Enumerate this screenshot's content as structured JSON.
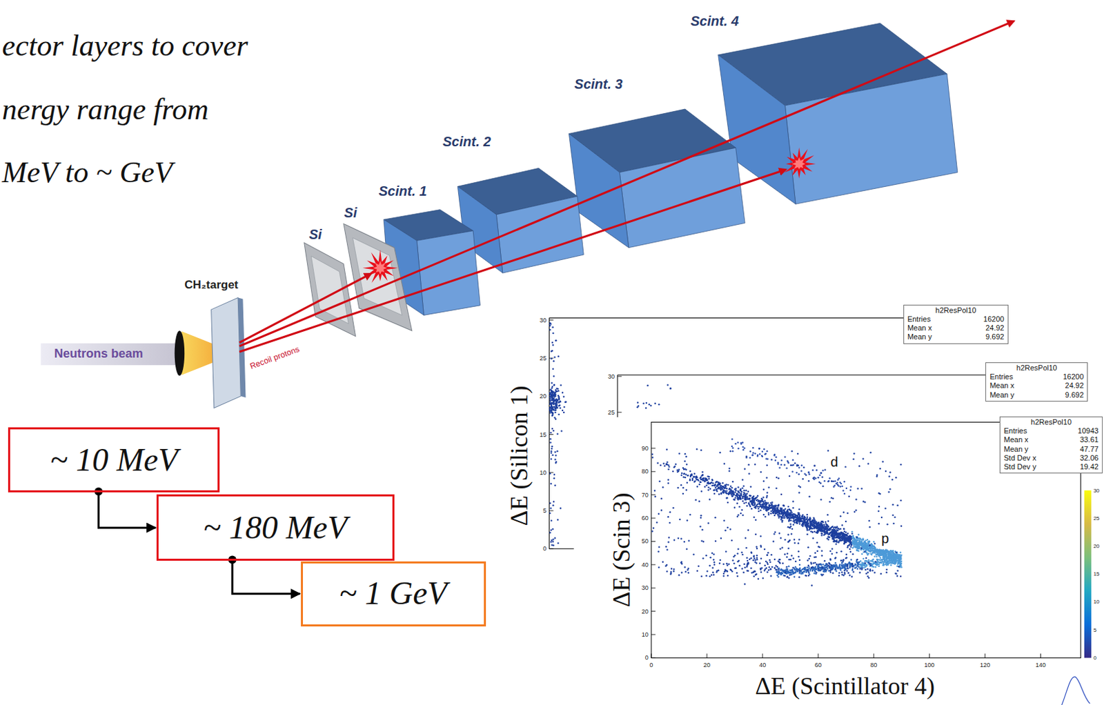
{
  "diagram": {
    "nodes": [
      {
        "text": [
          "~ 10 MeV"
        ]
      },
      {
        "text": [
          "~ 180 MeV"
        ]
      },
      {
        "text": [
          "~ 1 GeV"
        ]
      },
      {
        "text": [
          "h2ResPol10",
          "Entries",
          "16200",
          "Mean x",
          "24.92",
          "Mean y",
          "9.692"
        ]
      },
      {
        "text": [
          "h2ResPol10",
          "Entries",
          "16200",
          "Mean x",
          "24.92",
          "Mean y",
          "9.692"
        ]
      },
      {
        "text": [
          "h2ResPol10",
          "Entries",
          "10943",
          "Mean x",
          "33.61",
          "Mean y",
          "47.77",
          "Std Dev x",
          "32.06",
          "Std Dev y",
          "19.42"
        ]
      }
    ],
    "edges": [
      {
        "from": 0,
        "to": 1,
        "arrow": "to"
      },
      {
        "from": 1,
        "to": 2,
        "arrow": "to"
      }
    ],
    "labels": [
      "ector layers to cover",
      "nergy range from",
      "MeV to ~ GeV",
      "Scint. 4",
      "Scint. 3",
      "Scint. 2",
      "Scint. 1",
      "Si",
      "Si",
      "CH₂target",
      "Neutrons beam",
      "Recoil protons",
      "ΔE (Silicon 1)",
      "30",
      "25",
      "20",
      "15",
      "10",
      "5",
      "0",
      "30",
      "25",
      "ΔE (Scin 3)",
      "90",
      "80",
      "70",
      "60",
      "50",
      "40",
      "30",
      "20",
      "10",
      "0",
      "0",
      "20",
      "40",
      "60",
      "80",
      "100",
      "120",
      "140",
      "d",
      "p",
      "ΔE (Scintillator 4)",
      "30",
      "25",
      "20",
      "15",
      "10",
      "5",
      "0"
    ]
  }
}
